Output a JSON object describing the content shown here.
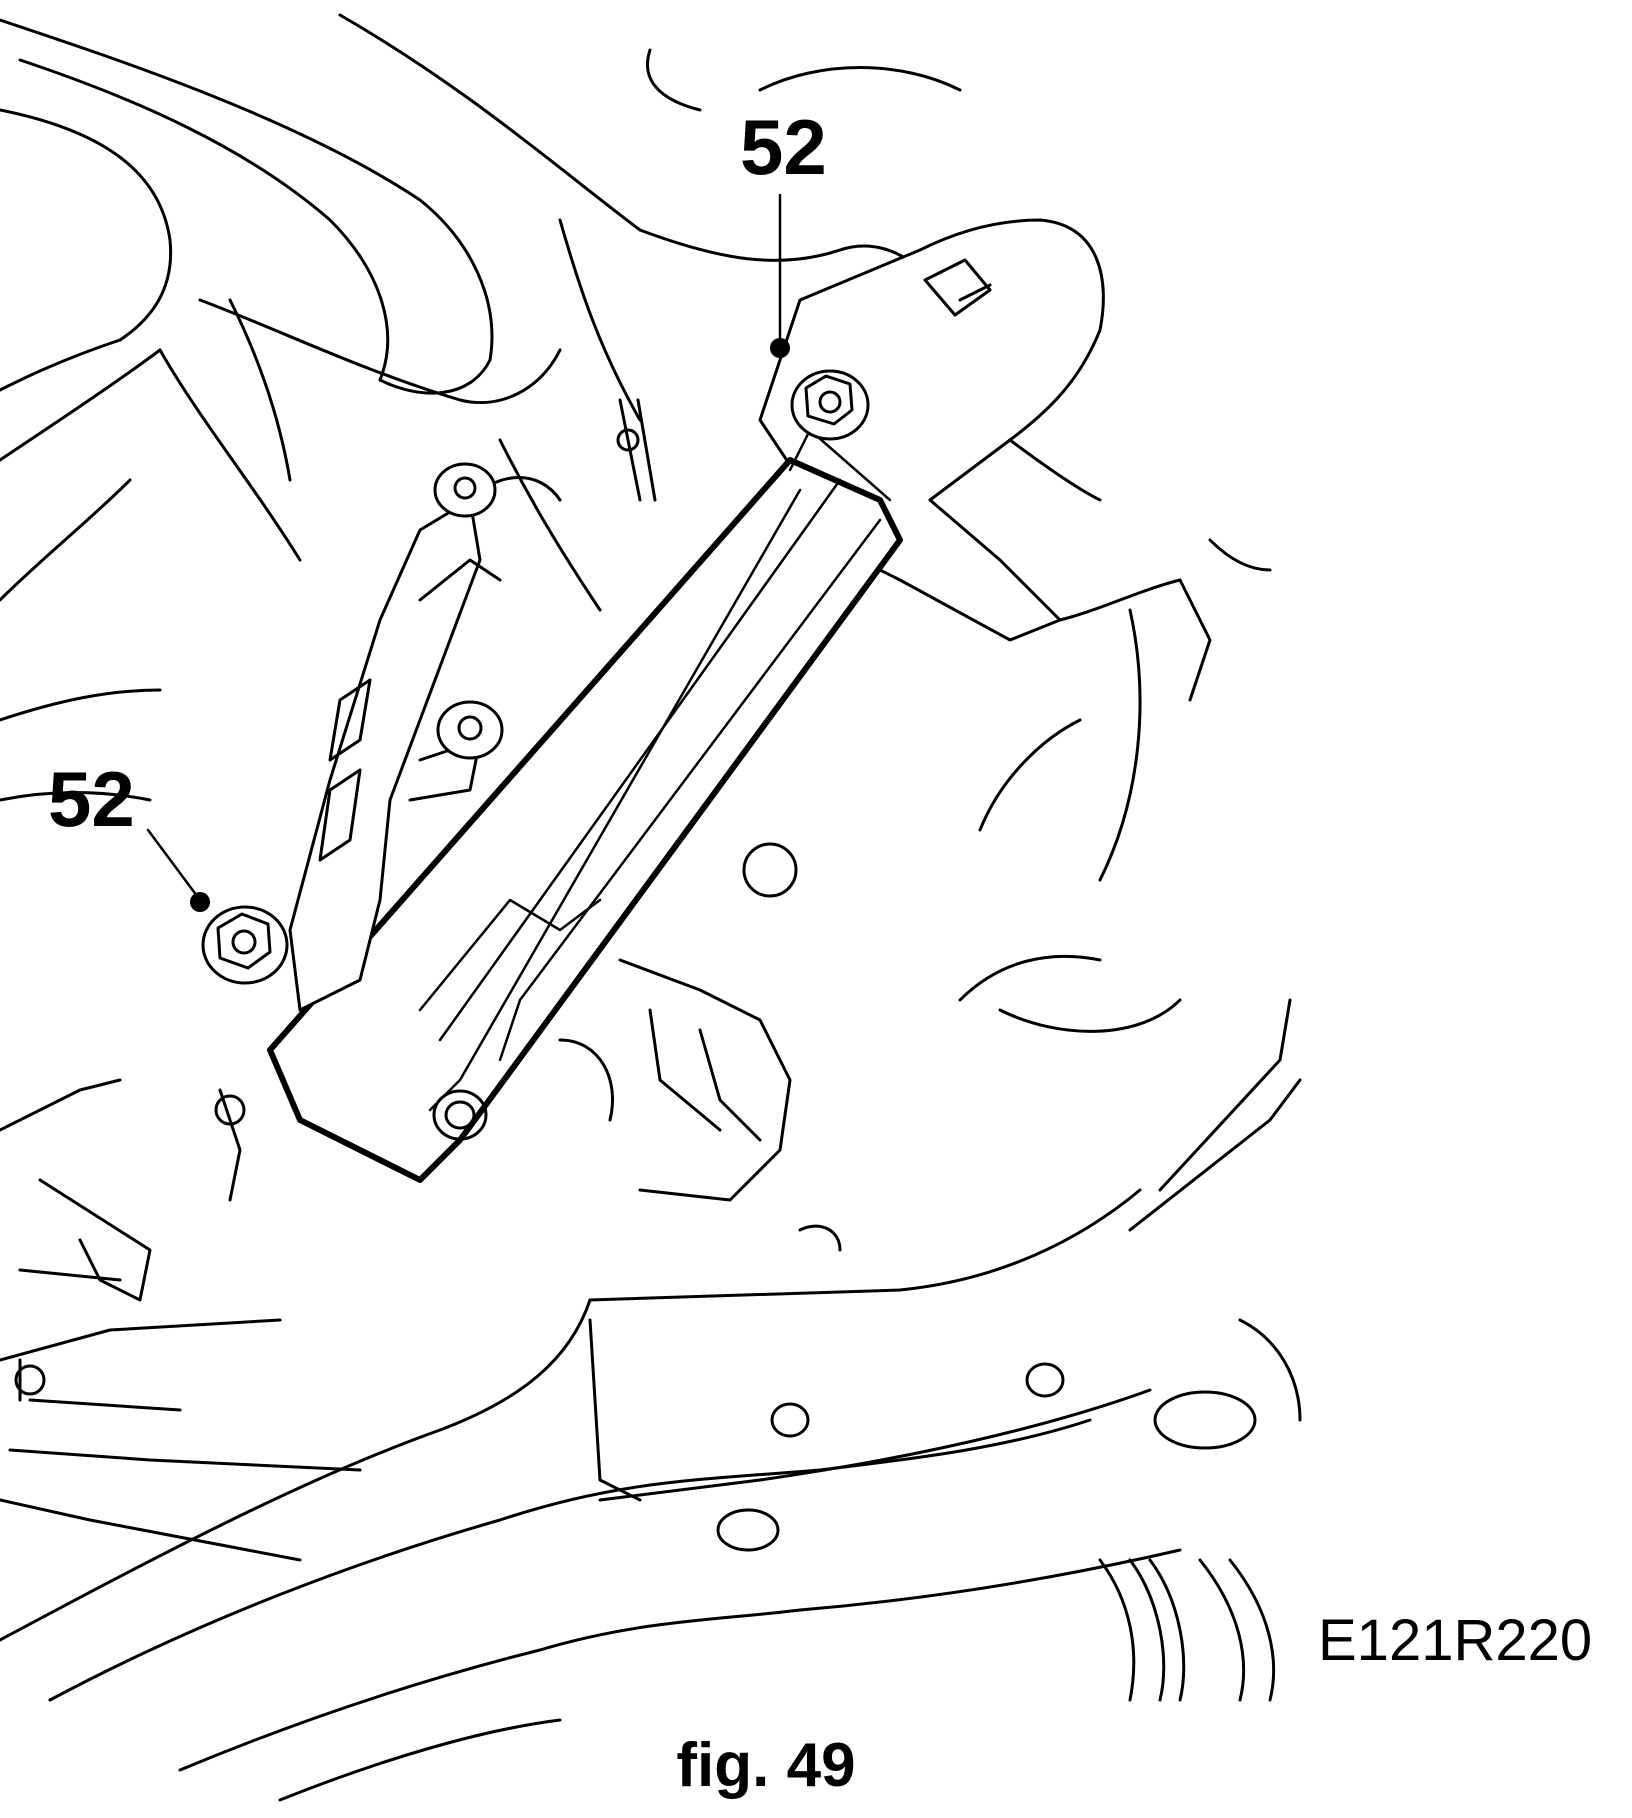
{
  "figure": {
    "callouts": [
      {
        "id": "top",
        "label": "52"
      },
      {
        "id": "left",
        "label": "52"
      }
    ],
    "reference_code": "E121R220",
    "caption": "fig. 49"
  }
}
